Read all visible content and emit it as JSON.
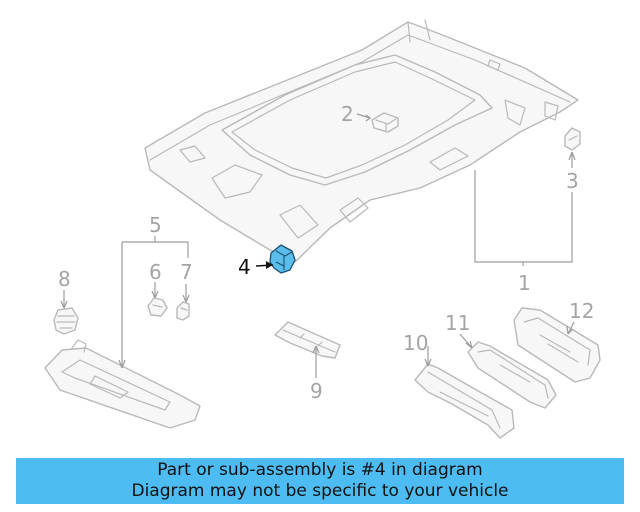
{
  "callouts": {
    "c1": "1",
    "c2": "2",
    "c3": "3",
    "c4": "4",
    "c5": "5",
    "c6": "6",
    "c7": "7",
    "c8": "8",
    "c9": "9",
    "c10": "10",
    "c11": "11",
    "c12": "12"
  },
  "highlighted_part": "4",
  "highlight_color": "#5bbde9",
  "banner": {
    "line1": "Part or sub-assembly is #4 in diagram",
    "line2": "Diagram may not be specific to your vehicle",
    "background_color": "#4dbcf2"
  }
}
